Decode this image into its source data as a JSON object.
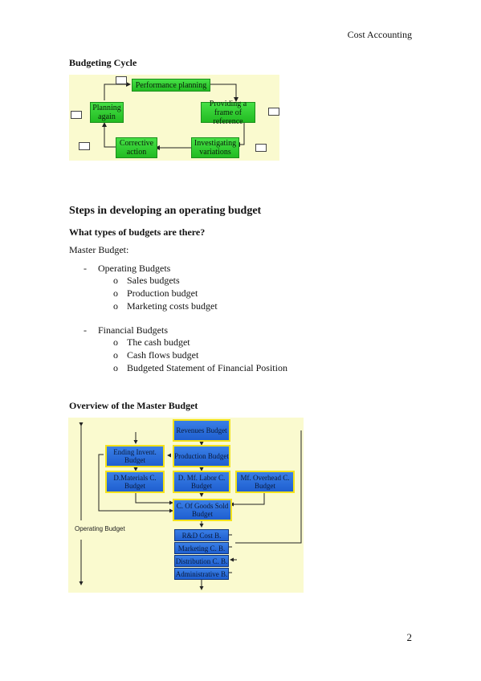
{
  "header": {
    "title": "Cost Accounting"
  },
  "budgeting_cycle": {
    "heading": "Budgeting Cycle",
    "boxes": {
      "performance_planning": "Performance planning",
      "providing_frame": "Providing a frame of reference",
      "investigating": "Investigating variations",
      "corrective": "Corrective action",
      "planning_again": "Planning again"
    }
  },
  "steps": {
    "heading": "Steps in developing an operating budget",
    "question": "What types of budgets are there?",
    "master_label": "Master Budget:",
    "groups": [
      {
        "dash": "-",
        "title": "Operating Budgets",
        "items": [
          {
            "bullet": "o",
            "text": "Sales budgets"
          },
          {
            "bullet": "o",
            "text": "Production budget"
          },
          {
            "bullet": "o",
            "text": "Marketing costs budget"
          }
        ]
      },
      {
        "dash": "-",
        "title": "Financial Budgets",
        "items": [
          {
            "bullet": "o",
            "text": "The cash budget"
          },
          {
            "bullet": "o",
            "text": "Cash flows budget"
          },
          {
            "bullet": "o",
            "text": "Budgeted Statement of Financial Position"
          }
        ]
      }
    ]
  },
  "overview": {
    "heading": "Overview of the Master Budget",
    "operating_label": "Operating Budget",
    "boxes": {
      "revenues": "Revenues Budget",
      "production": "Production Budget",
      "ending_inv": "Ending Invent. Budget",
      "dmaterials": "D.Materials C. Budget",
      "dmlabor": "D. Mf. Labor C. Budget",
      "mfoverhead": "Mf. Overhead C. Budget",
      "cogs": "C. Of Goods Sold Budget",
      "rd": "R&D Cost B.",
      "marketing": "Marketing C. B.",
      "distribution": "Distribution C. B.",
      "administrative": "Administrative B."
    }
  },
  "footer": {
    "page_number": "2"
  }
}
